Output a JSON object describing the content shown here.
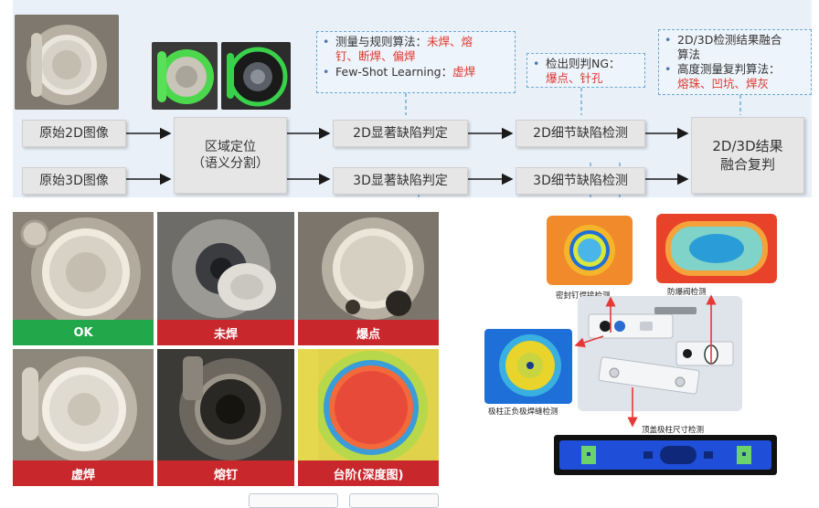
{
  "flow": {
    "input_2d": "原始2D图像",
    "input_3d": "原始3D图像",
    "segment_line1": "区域定位",
    "segment_line2": "（语义分割）",
    "salient_2d": "2D显著缺陷判定",
    "salient_3d": "3D显著缺陷判定",
    "detail_2d": "2D细节缺陷检测",
    "detail_3d": "3D细节缺陷检测",
    "fusion_line1": "2D/3D结果",
    "fusion_line2": "融合复判",
    "note1": {
      "b1_prefix": "测量与规则算法：",
      "b1_red1": "未焊、熔",
      "b1_red2": "钉、断焊、偏焊",
      "b2_prefix": "Few-Shot Learning：",
      "b2_red": "虚焊"
    },
    "note2": {
      "prefix": "检出则判NG：",
      "red": "爆点、针孔"
    },
    "note3": {
      "b1_line1": "2D/3D检测结果融合",
      "b1_line2": "算法",
      "b2_prefix": "高度测量复判算法：",
      "b2_red": "熔珠、凹坑、焊灰"
    },
    "bullet": "•"
  },
  "grid": {
    "labels": [
      "OK",
      "未焊",
      "爆点",
      "虚焊",
      "熔钉",
      "台阶(深度图)"
    ],
    "colors": {
      "ok": "#22a84a",
      "ng": "#c8272c"
    }
  },
  "right": {
    "seal_nail": "密封钉焊接检测",
    "vent_valve": "防爆阀检测",
    "pole_gap": "极柱正负极焊缝检测",
    "pole_size": "顶盖极柱尺寸检测"
  },
  "colors": {
    "arrow": "#1a1a1a",
    "red_text": "#e0362b",
    "note_border": "#6aa7d6",
    "link_red": "#e53935"
  }
}
